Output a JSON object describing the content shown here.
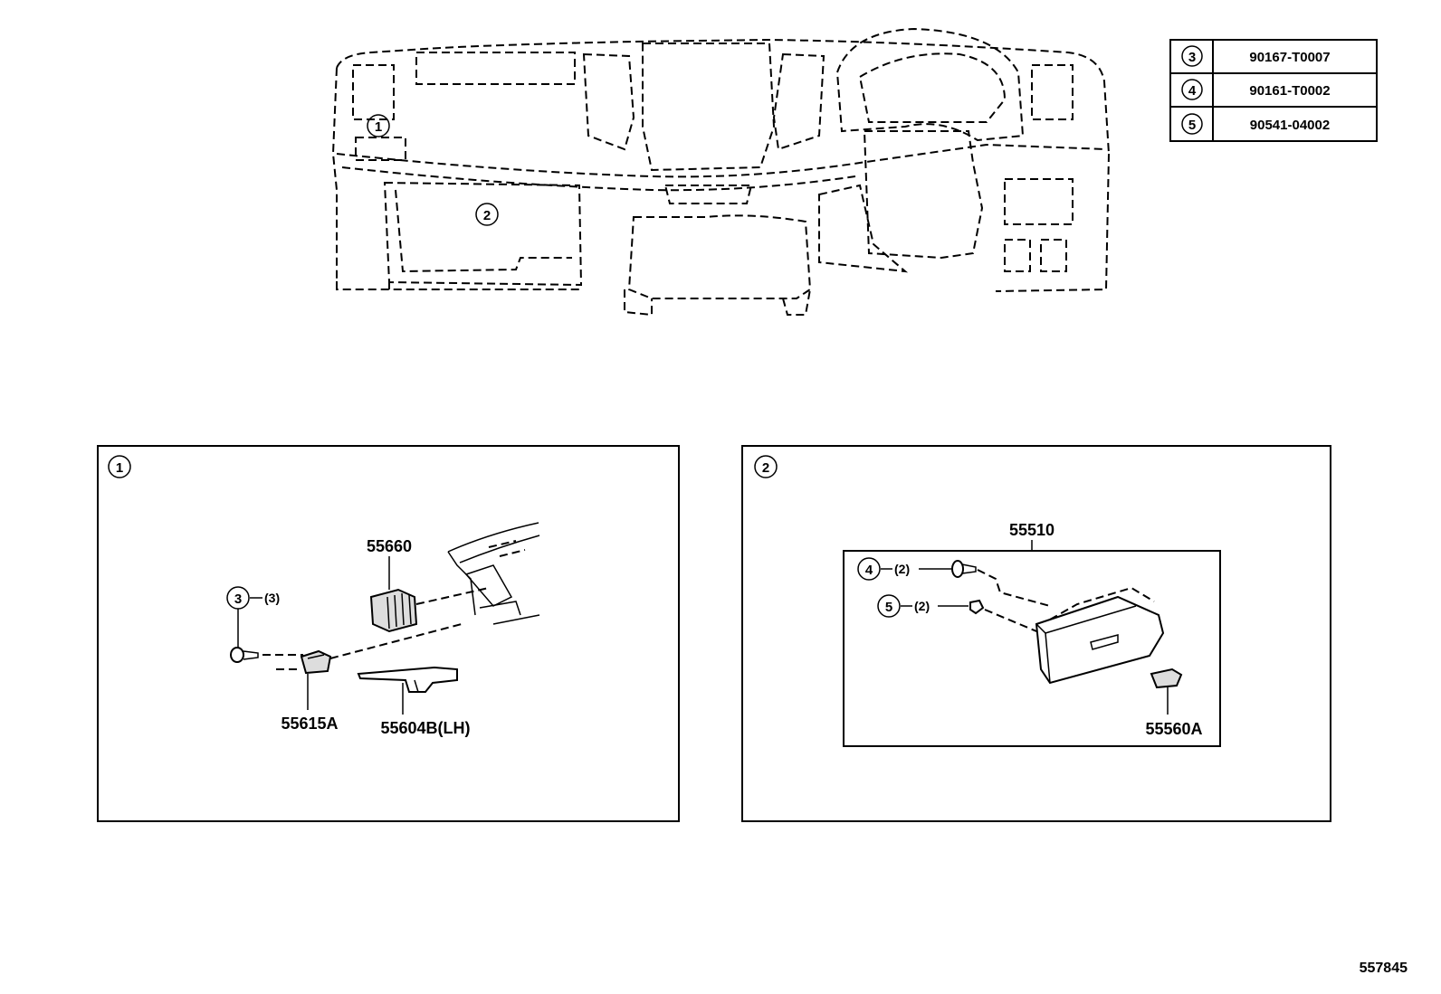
{
  "ref_table": [
    {
      "mark": "3",
      "part": "90167-T0007"
    },
    {
      "mark": "4",
      "part": "90161-T0002"
    },
    {
      "mark": "5",
      "part": "90541-04002"
    }
  ],
  "overview": {
    "callout_1": "1",
    "callout_2": "2"
  },
  "detail_1": {
    "panel_mark": "1",
    "fastener_mark": "3",
    "fastener_qty": "(3)",
    "part_vent": "55660",
    "part_bracket": "55615A",
    "part_cover": "55604B(LH)"
  },
  "detail_2": {
    "panel_mark": "2",
    "assembly": "55510",
    "screw_mark": "4",
    "screw_qty": "(2)",
    "clip_mark": "5",
    "clip_qty": "(2)",
    "part_latch": "55560A"
  },
  "diagram_id": "557845"
}
